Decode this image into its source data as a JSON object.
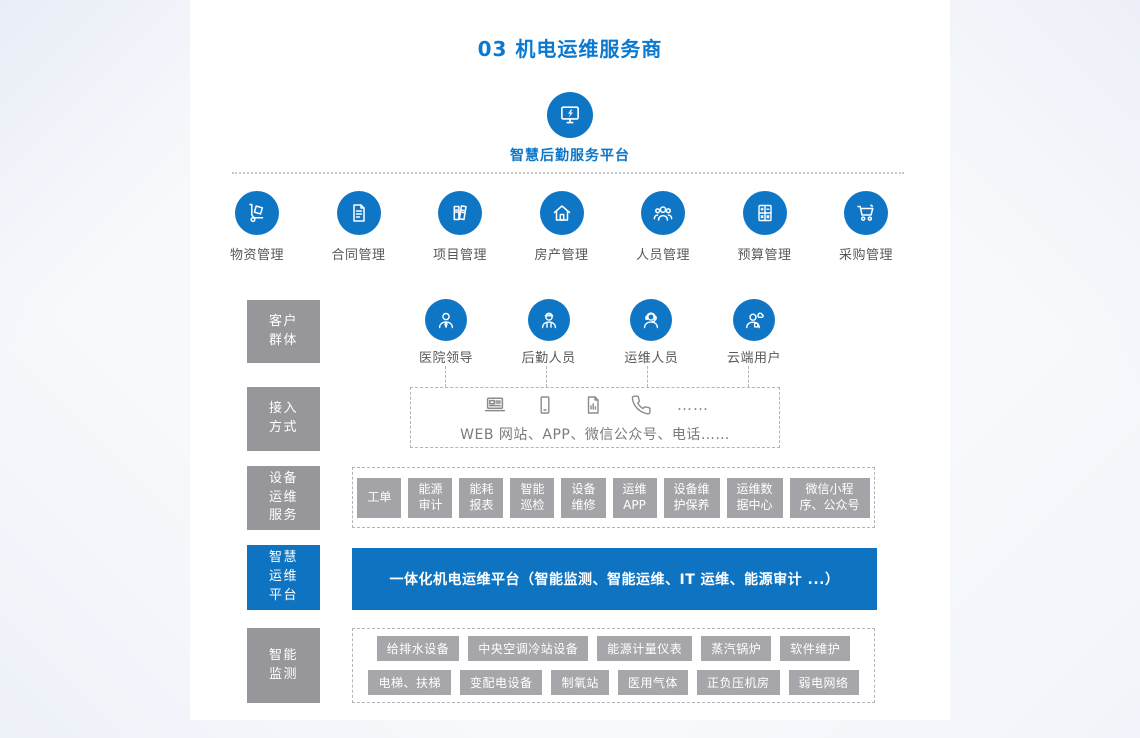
{
  "title": "03 机电运维服务商",
  "colors": {
    "accent_blue": "#0e76c5",
    "bar_blue": "#0e74c2",
    "title_blue": "#0b79d0",
    "sidebar_gray": "#97969a",
    "service_chip_gray": "#a4a3a7",
    "monitor_chip_gray": "#a7a6aa"
  },
  "platform": {
    "icon": "monitor-lightning-icon",
    "label": "智慧后勤服务平台"
  },
  "modules": [
    {
      "icon": "trolley-icon",
      "label": "物资管理"
    },
    {
      "icon": "document-icon",
      "label": "合同管理"
    },
    {
      "icon": "binders-icon",
      "label": "项目管理"
    },
    {
      "icon": "house-icon",
      "label": "房产管理"
    },
    {
      "icon": "people-icon",
      "label": "人员管理"
    },
    {
      "icon": "calculator-icon",
      "label": "预算管理"
    },
    {
      "icon": "cart-icon",
      "label": "采购管理"
    }
  ],
  "sidebar": [
    {
      "label": "客户\n群体"
    },
    {
      "label": "接入\n方式"
    },
    {
      "label": "设备\n运维\n服务"
    },
    {
      "label": "智慧\n运维\n平台"
    },
    {
      "label": "智能\n监测"
    }
  ],
  "customers": [
    {
      "icon": "leader-person-icon",
      "label": "医院领导"
    },
    {
      "icon": "worker-person-icon",
      "label": "后勤人员"
    },
    {
      "icon": "headset-person-icon",
      "label": "运维人员"
    },
    {
      "icon": "cloud-user-person-icon",
      "label": "云端用户"
    }
  ],
  "access": {
    "icons": [
      "laptop-icon",
      "smartphone-icon",
      "report-doc-icon",
      "phone-handset-icon"
    ],
    "ellipsis": "……",
    "caption": "WEB 网站、APP、微信公众号、电话……"
  },
  "service": {
    "items": [
      "工单",
      "能源\n审计",
      "能耗\n报表",
      "智能\n巡检",
      "设备\n维修",
      "运维\nAPP",
      "设备维\n护保养",
      "运维数\n据中心",
      "微信小程\n序、公众号"
    ]
  },
  "platform_bar": {
    "label": "一体化机电运维平台（智能监测、智能运维、IT 运维、能源审计 ...）"
  },
  "monitor": {
    "rows": [
      [
        "给排水设备",
        "中央空调冷站设备",
        "能源计量仪表",
        "蒸汽锅炉",
        "软件维护"
      ],
      [
        "电梯、扶梯",
        "变配电设备",
        "制氧站",
        "医用气体",
        "正负压机房",
        "弱电网络"
      ]
    ]
  }
}
